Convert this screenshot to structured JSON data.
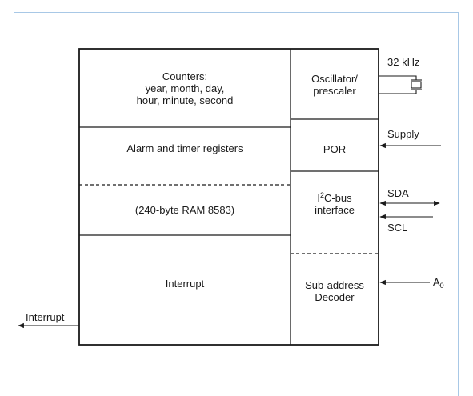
{
  "blocks": {
    "counters": {
      "title": "Counters:",
      "line1": "year, month, day,",
      "line2": "hour, minute, second"
    },
    "alarm": "Alarm and timer registers",
    "ram": "(240-byte RAM 8583)",
    "interrupt_block": "Interrupt",
    "oscillator": {
      "line1": "Oscillator/",
      "line2": "prescaler"
    },
    "por": "POR",
    "i2c": {
      "prefix": "I",
      "sup": "2",
      "rest": "C-bus",
      "line2": "interface"
    },
    "subaddr": {
      "line1": "Sub-address",
      "line2": "Decoder"
    }
  },
  "signals": {
    "crystal": "32 kHz",
    "supply": "Supply",
    "sda": "SDA",
    "scl": "SCL",
    "a0_base": "A",
    "a0_sub": "0",
    "interrupt_out": "Interrupt"
  },
  "colors": {
    "frame": "#a8c8e6",
    "line": "#1a1a1a"
  }
}
